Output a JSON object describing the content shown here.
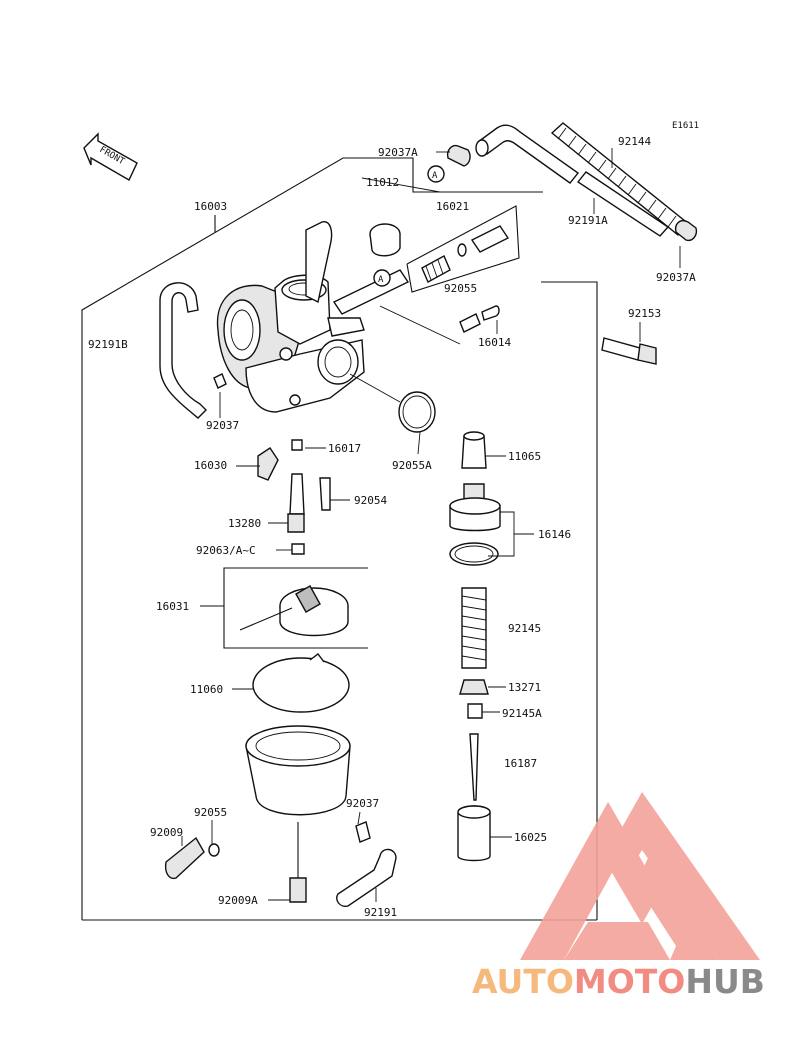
{
  "diagram_code": "E1611",
  "front_label": "FRONT",
  "ref_marker": "A",
  "parts": {
    "p16003": "16003",
    "p92191B": "92191B",
    "p92037A_top": "92037A",
    "p11012": "11012",
    "p16021": "16021",
    "p92144": "92144",
    "p92191A": "92191A",
    "p92037A_right": "92037A",
    "p92055_top": "92055",
    "p92153": "92153",
    "p16014": "16014",
    "p92037_left": "92037",
    "p16017": "16017",
    "p16030": "16030",
    "p92055A": "92055A",
    "p11065": "11065",
    "p92054": "92054",
    "p13280": "13280",
    "p16146": "16146",
    "p92063": "92063/A~C",
    "p16031": "16031",
    "p92145": "92145",
    "p11060": "11060",
    "p13271": "13271",
    "p92145A": "92145A",
    "p16187": "16187",
    "p92055_bottom": "92055",
    "p92037_bottom": "92037",
    "p92009": "92009",
    "p16025": "16025",
    "p92009A": "92009A",
    "p92191": "92191"
  },
  "watermark": {
    "part1": "AUTO",
    "part2": "MOTO",
    "part3": "HUB",
    "color1": "#f5b97e",
    "color2": "#f28b82",
    "color3": "#8a8a8a"
  }
}
